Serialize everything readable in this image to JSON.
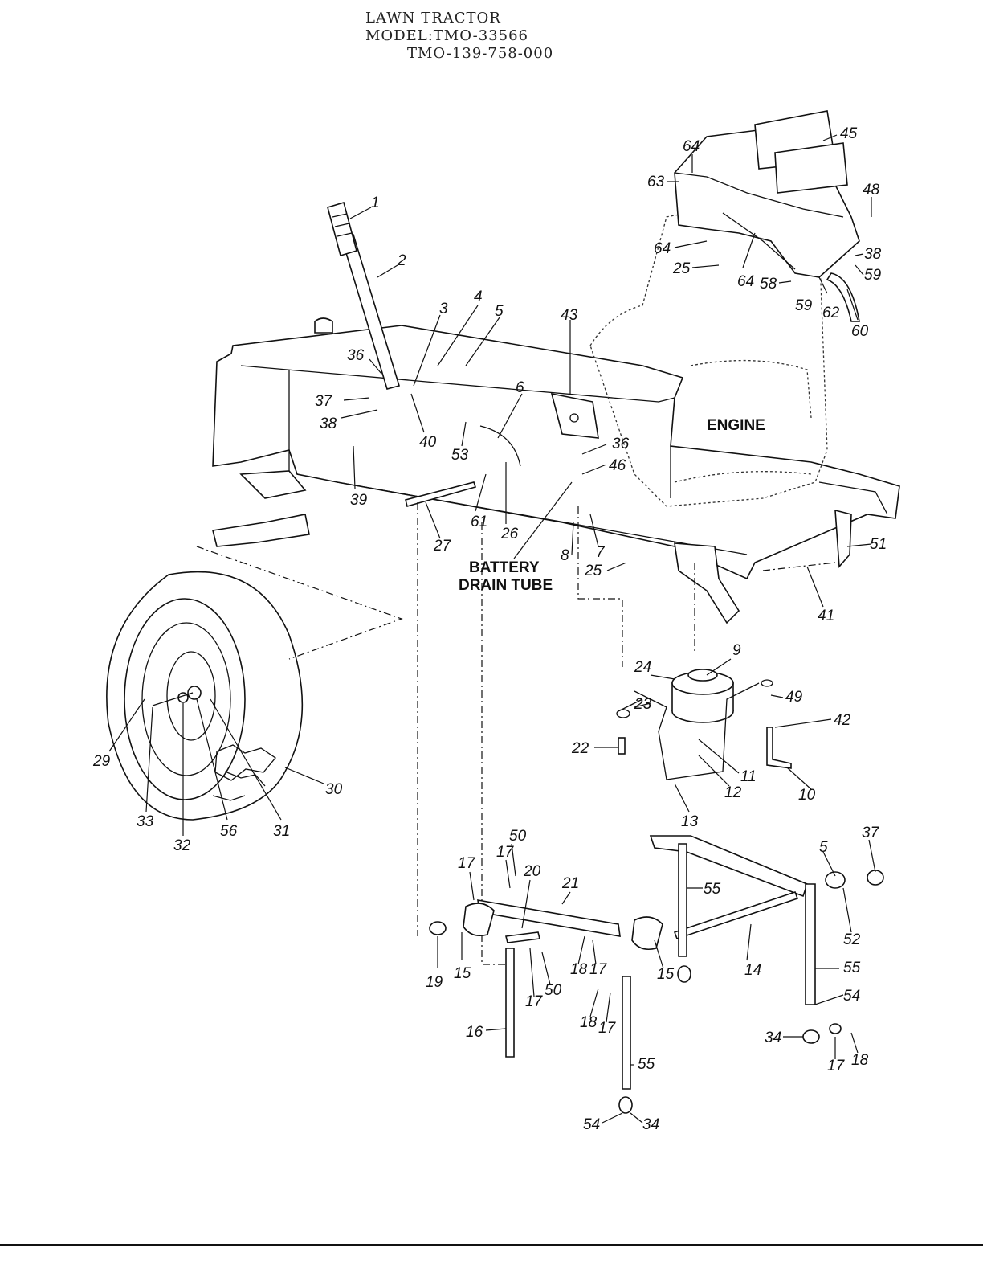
{
  "header": {
    "line1": "LAWN TRACTOR",
    "line2": "MODEL:TMO-33566",
    "line3": "TMO-139-758-000"
  },
  "text_labels": {
    "engine": "ENGINE",
    "battery_1": "BATTERY",
    "battery_2": "DRAIN TUBE"
  },
  "callouts": [
    "1",
    "2",
    "3",
    "4",
    "5",
    "36",
    "37",
    "38",
    "40",
    "39",
    "6",
    "43",
    "53",
    "61",
    "26",
    "27",
    "36",
    "46",
    "7",
    "8",
    "25",
    "41",
    "51",
    "64",
    "45",
    "63",
    "48",
    "64",
    "25",
    "64",
    "58",
    "59",
    "62",
    "60",
    "38",
    "59",
    "9",
    "24",
    "23",
    "22",
    "49",
    "42",
    "11",
    "12",
    "10",
    "13",
    "29",
    "33",
    "32",
    "56",
    "31",
    "30",
    "50",
    "17",
    "20",
    "21",
    "17",
    "19",
    "15",
    "16",
    "17",
    "50",
    "18",
    "17",
    "15",
    "18",
    "17",
    "55",
    "54",
    "34",
    "55",
    "14",
    "5",
    "37",
    "52",
    "55",
    "54",
    "34",
    "17",
    "18"
  ]
}
